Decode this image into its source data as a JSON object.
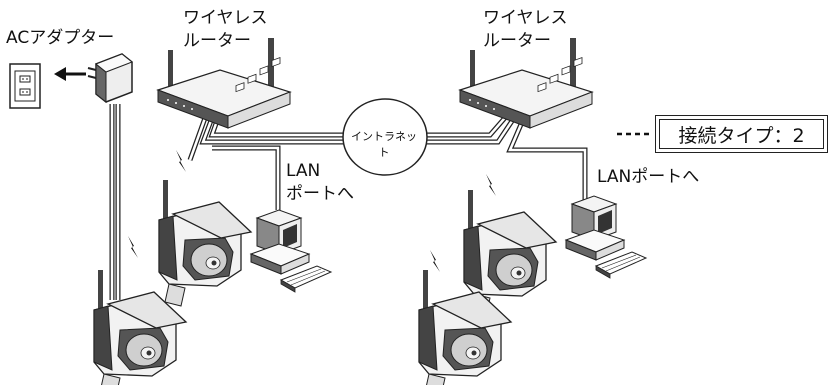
{
  "labels": {
    "ac_adapter": "ACアダプター",
    "router_left_line1": "ワイヤレス",
    "router_left_line2": "ルーター",
    "router_right_line1": "ワイヤレス",
    "router_right_line2": "ルーター",
    "lan_left_line1": "LAN",
    "lan_left_line2": "ポートへ",
    "lan_right": "LANポートへ",
    "internet": "イントラネット",
    "connection_type": "接続タイプ：2"
  },
  "icons": [
    "power-outlet-icon",
    "ac-adapter-icon",
    "router-icon",
    "computer-icon",
    "network-camera-icon",
    "wireless-signal-icon",
    "arrow-left-icon"
  ]
}
